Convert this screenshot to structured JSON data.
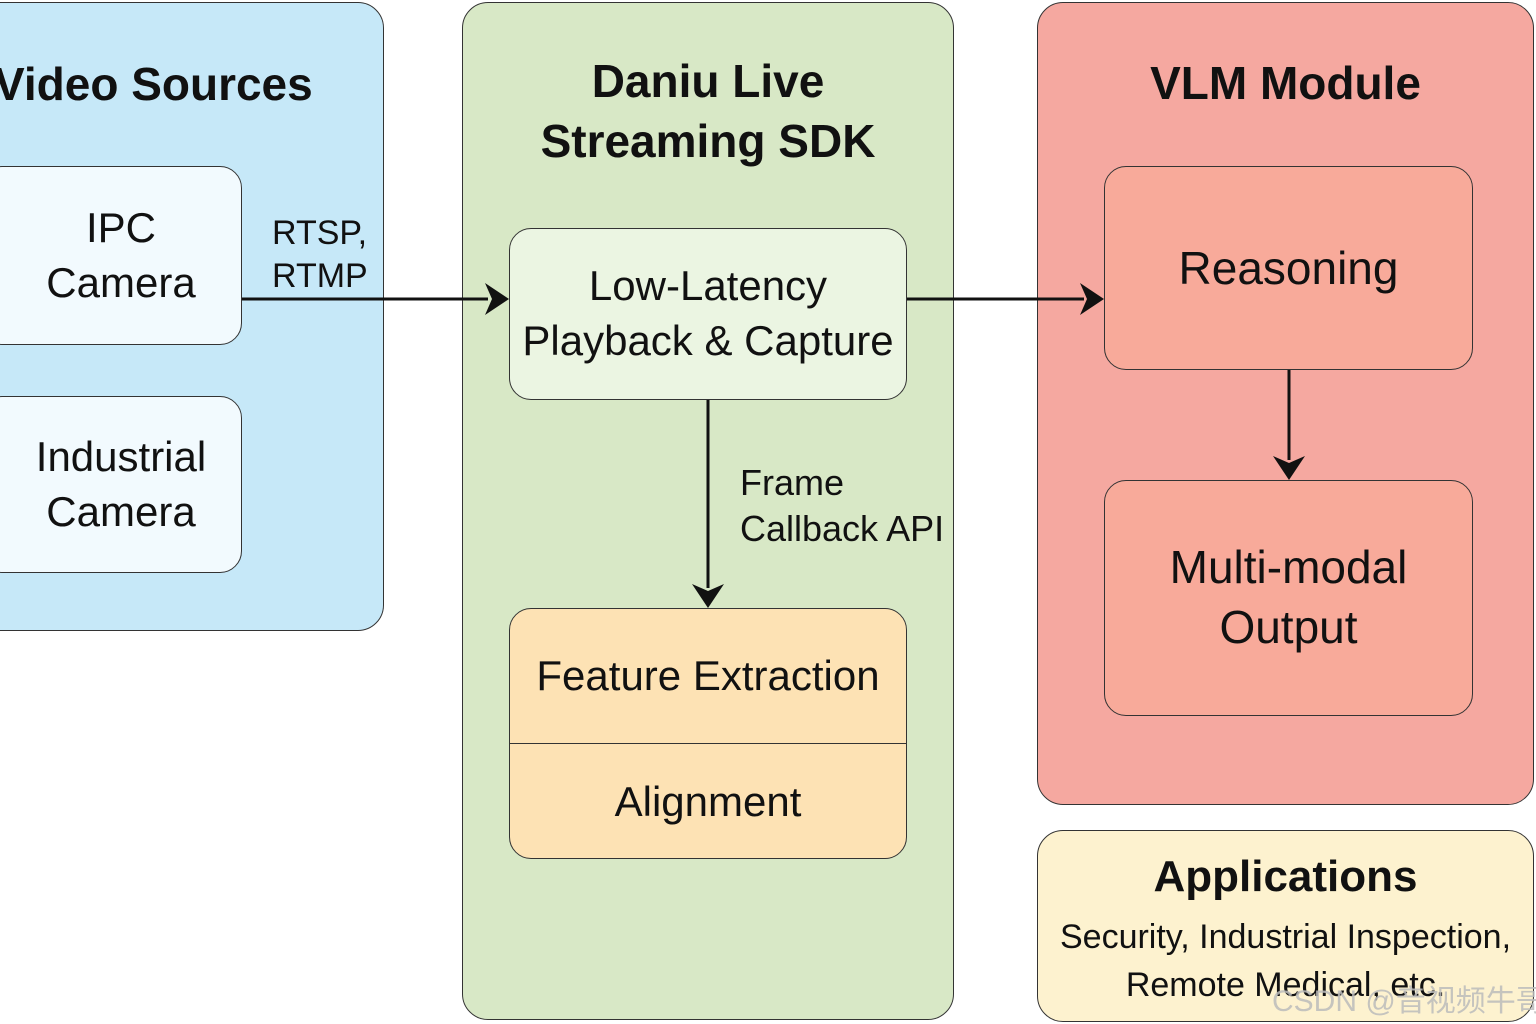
{
  "colors": {
    "sources_bg": "#c6e8f8",
    "sdk_bg": "#d8e8c6",
    "vlm_bg": "#f5a8a0",
    "apps_bg": "#fdf2cf",
    "box_light_blue": "#f2fafe",
    "box_light_green": "#ebf5e2",
    "box_feature": "#fde2b4",
    "box_vlm_inner": "#f8aa9a",
    "stroke": "#333333",
    "watermark": "#bcbcbc"
  },
  "sources": {
    "title": "Video Sources",
    "ipc_camera": "IPC\nCamera",
    "industrial_camera": "Industrial\nCamera"
  },
  "sdk": {
    "title": "Daniu Live\nStreaming SDK",
    "playback": "Low-Latency\nPlayback & Capture",
    "feature_extraction": "Feature Extraction",
    "alignment": "Alignment"
  },
  "vlm": {
    "title": "VLM Module",
    "reasoning": "Reasoning",
    "output": "Multi-modal\nOutput"
  },
  "applications": {
    "title": "Applications",
    "description": "Security, Industrial Inspection,\nRemote Medical, etc."
  },
  "edges": {
    "rtsp_label": "RTSP,\nRTMP",
    "frame_callback_label": "Frame\nCallback API"
  },
  "watermark": "CSDN @音视频牛哥"
}
